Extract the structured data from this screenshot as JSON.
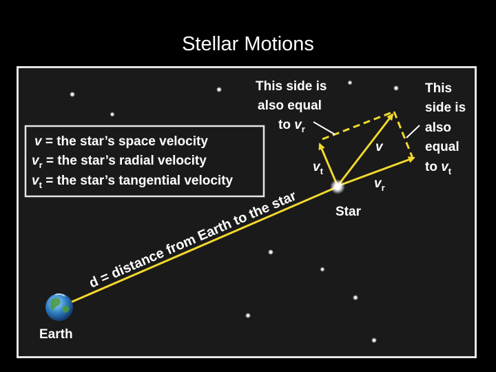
{
  "slide": {
    "title": "Stellar Motions"
  },
  "colors": {
    "background": "#000000",
    "panel": "#1a1a1a",
    "frame": "#e6e6e6",
    "arrow": "#f2d82e",
    "text": "#ffffff"
  },
  "legend": {
    "lines": [
      {
        "symbol": "v",
        "subscript": "",
        "text": " = the star’s space velocity"
      },
      {
        "symbol": "v",
        "subscript": "r",
        "text": " = the star’s radial velocity"
      },
      {
        "symbol": "v",
        "subscript": "t",
        "text": " = the star’s tangential velocity"
      }
    ]
  },
  "diagram": {
    "distance_label": "d = distance from Earth to the star",
    "earth_label": "Earth",
    "star_label": "Star",
    "velocity_labels": {
      "v": "v",
      "vr_symbol": "v",
      "vr_sub": "r",
      "vt_symbol": "v",
      "vt_sub": "t"
    },
    "top_note": {
      "line1": "This side is",
      "line2": "also equal",
      "line3_prefix": "to ",
      "line3_symbol": "v",
      "line3_sub": "r"
    },
    "right_note": {
      "line1": "This",
      "line2": "side is",
      "line3": "also",
      "line4": "equal",
      "line5_prefix": "to ",
      "line5_symbol": "v",
      "line5_sub": "t"
    }
  }
}
